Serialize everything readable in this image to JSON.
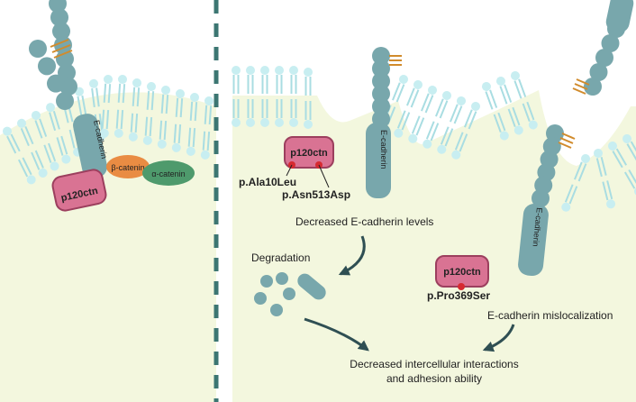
{
  "labels": {
    "e_cadherin": "E-cadherin",
    "p120ctn": "p120ctn",
    "beta_catenin": "β-catenin",
    "alpha_catenin": "α-catenin",
    "mut_ala10leu": "p.Ala10Leu",
    "mut_asn513asp": "p.Asn513Asp",
    "mut_pro369ser": "p.Pro369Ser",
    "decreased_levels": "Decreased E-cadherin levels",
    "degradation": "Degradation",
    "mislocalization": "E-cadherin mislocalization",
    "outcome_line1": "Decreased intercellular interactions",
    "outcome_line2": "and adhesion ability"
  },
  "colors": {
    "membrane_fill": "#f3f7de",
    "lipid_head": "#c8eef1",
    "lipid_tail": "#a9dde2",
    "cadherin": "#78a7ac",
    "cadherin_stroke": "#5e8d92",
    "p120_fill": "#d97393",
    "p120_stroke": "#9c3f5e",
    "beta_catenin": "#e98c43",
    "alpha_catenin": "#4e9a6c",
    "mutation_dot": "#d62a30",
    "dashed_divider": "#3c7672",
    "arrow": "#2f4f53",
    "calcium_bond": "#d18b2c"
  },
  "icons": [
    "cell-membrane",
    "lipid-bilayer",
    "e-cadherin-chain",
    "calcium-binding-icon",
    "mutation-dot",
    "arrow-icon"
  ]
}
